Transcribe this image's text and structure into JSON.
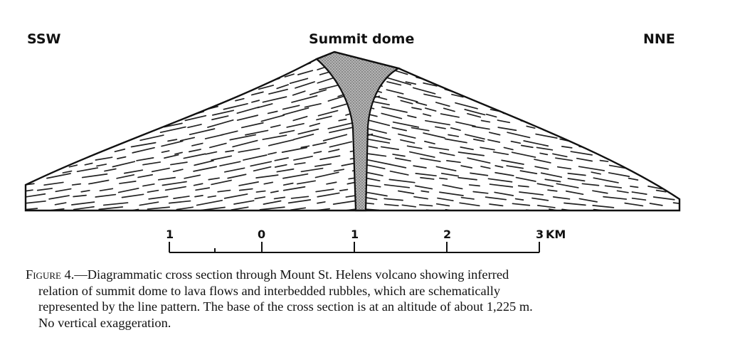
{
  "labels": {
    "left": "SSW",
    "right": "NNE",
    "center": "Summit dome"
  },
  "scale": {
    "ticks": [
      "1",
      "0",
      "1",
      "2",
      "3"
    ],
    "unit": "KM"
  },
  "caption": {
    "figure_label": "Figure 4.",
    "lines": [
      "—Diagrammatic cross section through Mount St. Helens volcano showing inferred",
      "relation of summit dome to lava flows and interbedded rubbles, which are schematically",
      "represented by the line pattern. The base of the cross section is at an altitude of about 1,225 m.",
      "No vertical exaggeration."
    ]
  },
  "colors": {
    "ink": "#111111",
    "dome_fill": "#a9a9a9",
    "background": "#ffffff"
  }
}
